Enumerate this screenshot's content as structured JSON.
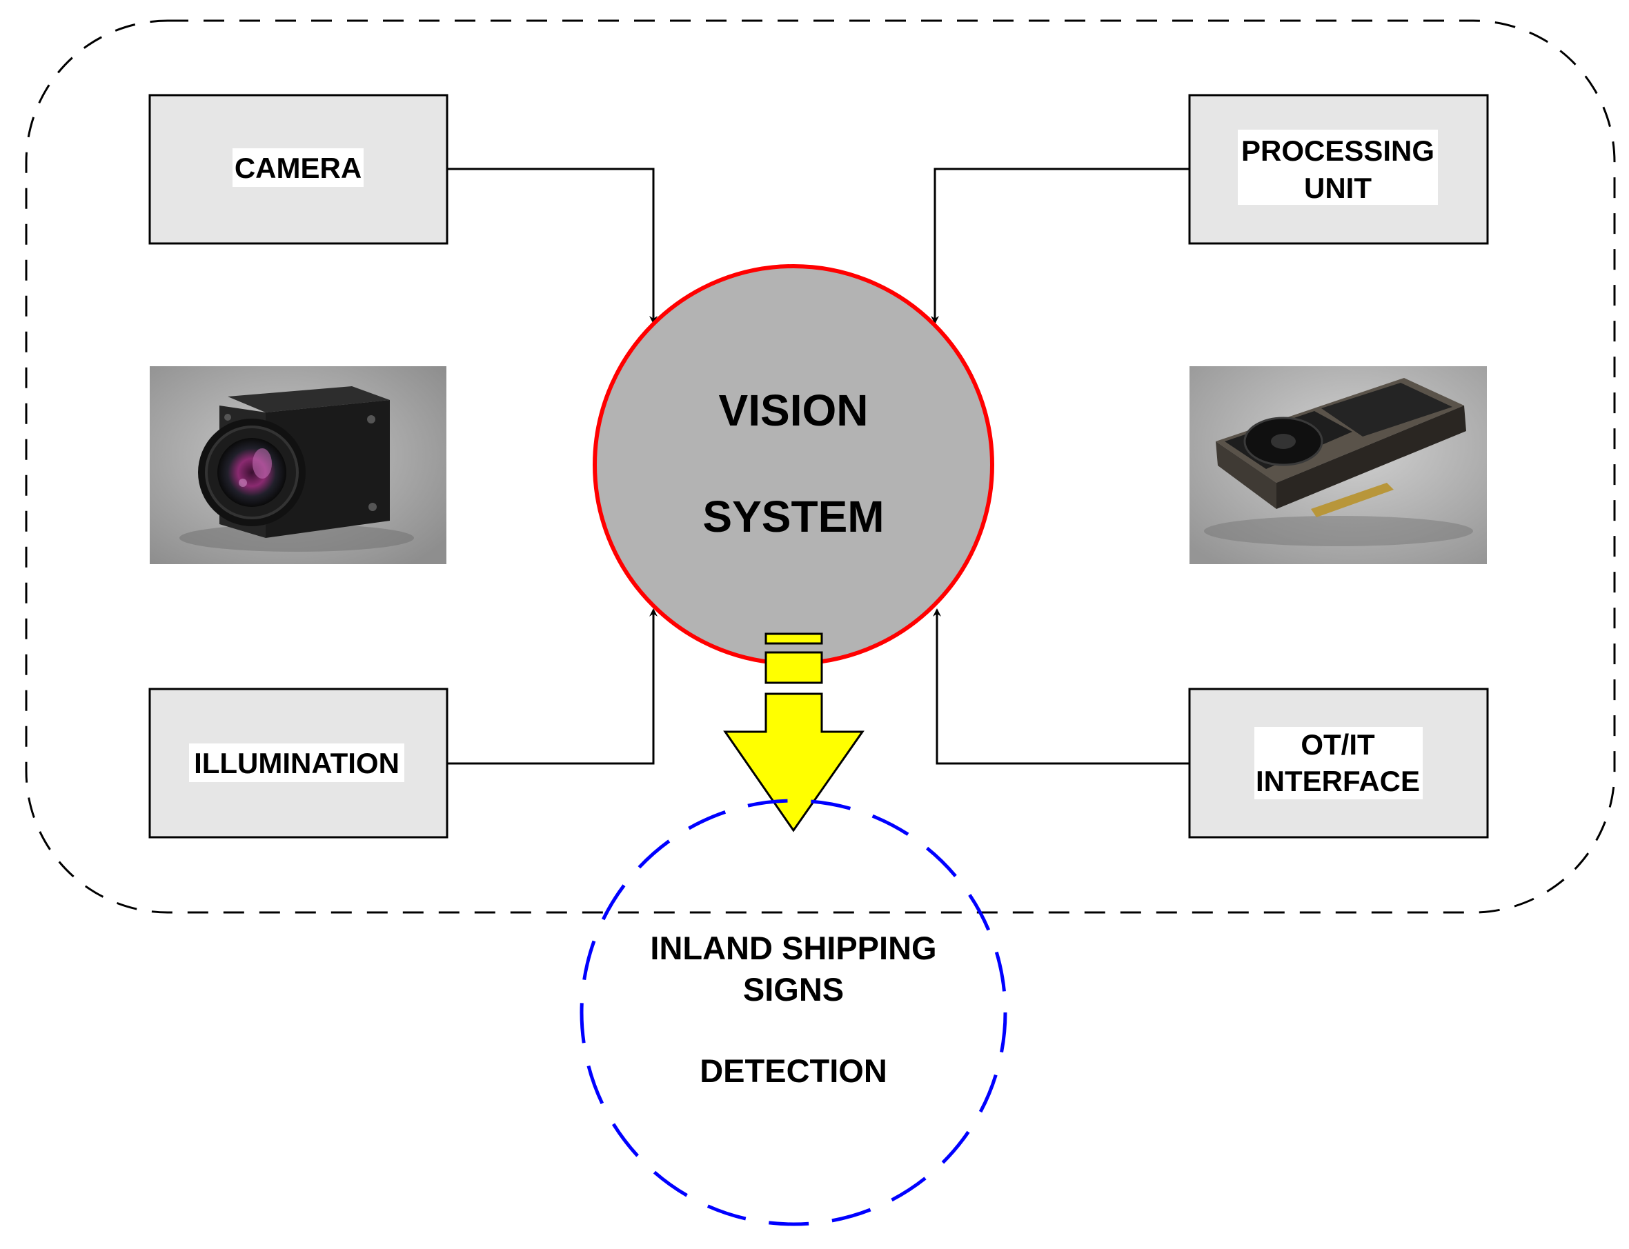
{
  "blocks": {
    "camera": {
      "label": "CAMERA"
    },
    "processing_unit": {
      "label_line1": "PROCESSING",
      "label_line2": "UNIT"
    },
    "illumination": {
      "label": "ILLUMINATION"
    },
    "ot_it_interface": {
      "label_line1": "OT/IT",
      "label_line2": "INTERFACE"
    }
  },
  "vision_system": {
    "line1": "VISION",
    "line2": "SYSTEM"
  },
  "detection": {
    "line1": "INLAND SHIPPING",
    "line2": "SIGNS",
    "line3": "DETECTION"
  },
  "colors": {
    "block_fill": "#e6e6e6",
    "vision_fill": "#b3b3b3",
    "vision_border": "#ff0000",
    "arrow_fill": "#ffff00",
    "detection_border": "#0000ff",
    "container_border": "#000000"
  },
  "images": {
    "camera_photo": "industrial-camera-photo",
    "gpu_photo": "graphics-card-photo"
  }
}
